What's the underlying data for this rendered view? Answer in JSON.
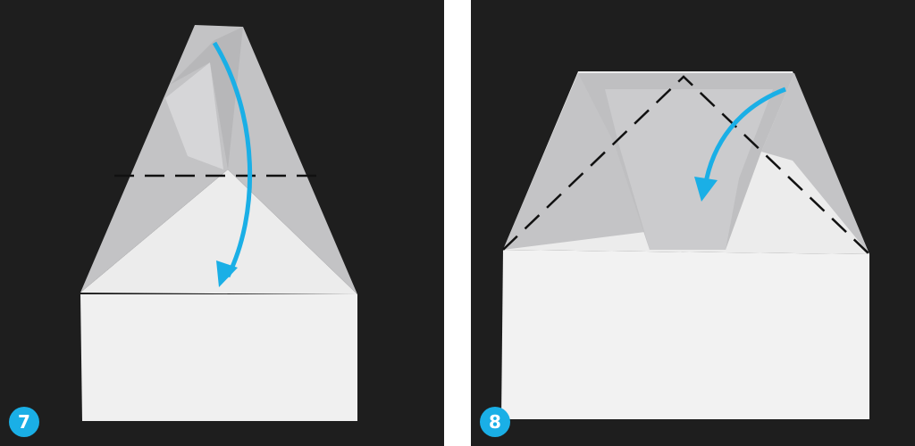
{
  "steps": [
    {
      "number": "7"
    },
    {
      "number": "8"
    }
  ],
  "colors": {
    "background": "#1e1e1e",
    "paper_white": "#f2f2f2",
    "paper_grey": "#c6c6c8",
    "arrow_blue": "#1aafe6",
    "fold_line": "#111111",
    "badge": "#1aafe6"
  },
  "icons": [
    "curved-arrow-icon",
    "dashed-fold-line"
  ]
}
